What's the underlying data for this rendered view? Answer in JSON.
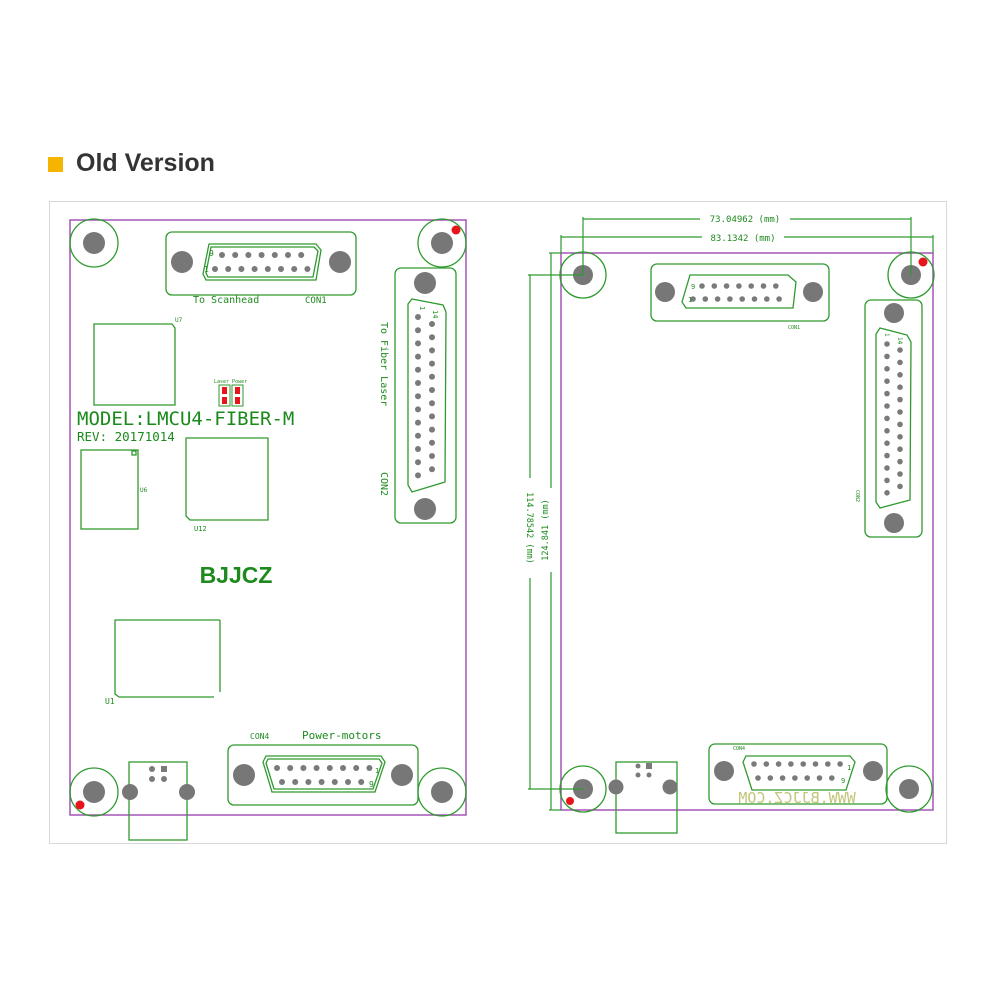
{
  "header": {
    "title": "Old Version",
    "accent_color": "#f5b400"
  },
  "left_board": {
    "con1_label": "CON1",
    "con1_desc": "To Scanhead",
    "con1_pin_marks": [
      "9",
      "1"
    ],
    "con2_label": "CON2",
    "con2_desc": "To Fiber Laser",
    "con2_pin_marks": [
      "1",
      "14"
    ],
    "con4_label": "CON4",
    "con4_desc": "Power-motors",
    "con4_pin_marks": [
      "1",
      "9"
    ],
    "u7": "U7",
    "u6": "U6",
    "u12": "U12",
    "u1": "U1",
    "led_label": "Laser Power",
    "model": "MODEL:LMCU4-FIBER-M",
    "rev": "REV: 20171014",
    "brand": "BJJCZ"
  },
  "right_board": {
    "dim_inner_width": "73.04962 (mm)",
    "dim_outer_width": "83.1342 (mm)",
    "dim_inner_height": "114.78542 (mm)",
    "dim_outer_height": "124.841 (mm)",
    "con1_label": "CON1",
    "con2_label": "CON2",
    "con4_label": "CON4",
    "website": "WWW.BJJCZ.COM",
    "con1_pin_marks": [
      "9",
      "1"
    ],
    "con2_pin_marks": [
      "1",
      "14"
    ],
    "con4_pin_marks": [
      "1",
      "9"
    ]
  },
  "colors": {
    "silkscreen": "#2f9a2f",
    "outline": "#a455b5",
    "pad": "#777777",
    "marker": "#e8141c"
  }
}
